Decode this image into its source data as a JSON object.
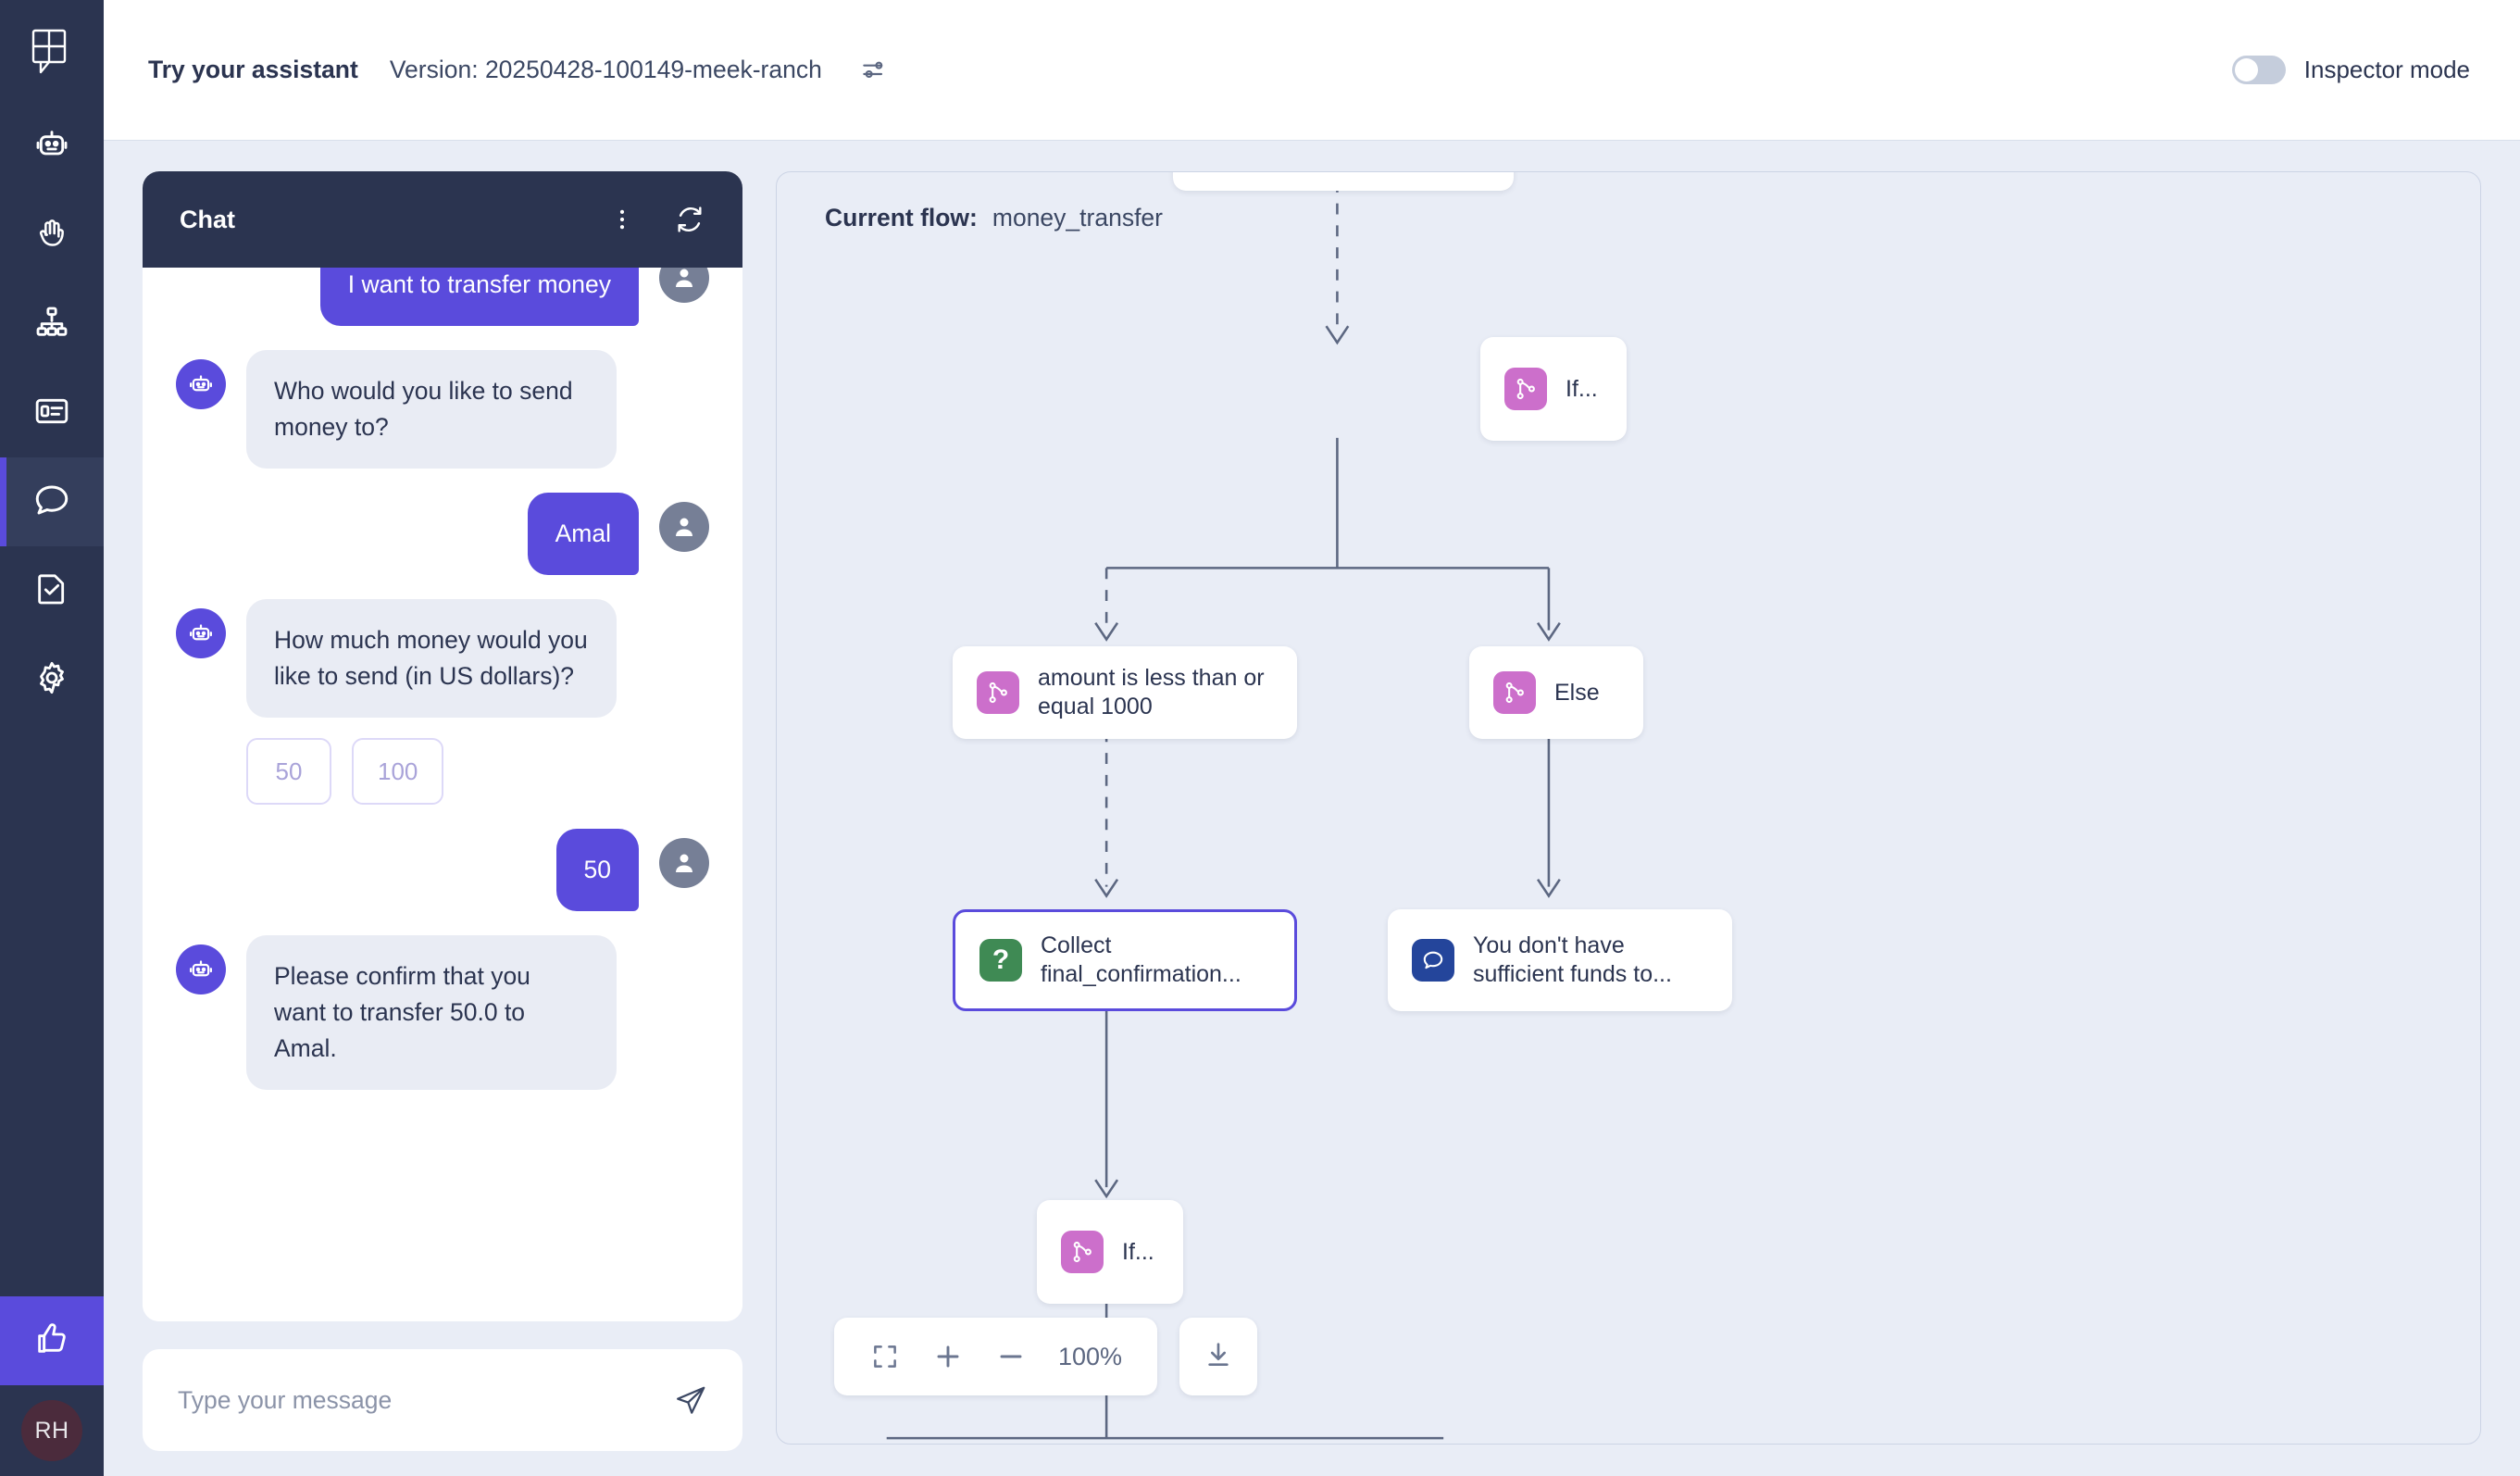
{
  "app": {
    "logo_icon": "rasa-logo-icon",
    "accent": "#5a4bdc",
    "rail_bg": "#2b3450"
  },
  "sidebar": {
    "items": [
      {
        "icon": "robot-icon",
        "name": "sidebar-item-assistant",
        "active": false
      },
      {
        "icon": "waving-hand-icon",
        "name": "sidebar-item-greetings",
        "active": false
      },
      {
        "icon": "flow-hierarchy-icon",
        "name": "sidebar-item-flows",
        "active": false
      },
      {
        "icon": "form-card-icon",
        "name": "sidebar-item-forms",
        "active": false
      },
      {
        "icon": "chat-bubble-icon",
        "name": "sidebar-item-chat",
        "active": true
      },
      {
        "icon": "document-check-icon",
        "name": "sidebar-item-tests",
        "active": false
      },
      {
        "icon": "gear-icon",
        "name": "sidebar-item-settings",
        "active": false
      }
    ],
    "thumbs_up_icon": "thumbs-up-icon",
    "avatar_initials": "RH"
  },
  "topbar": {
    "title": "Try your assistant",
    "version": "Version: 20250428-100149-meek-ranch",
    "tune_icon": "sliders-tune-icon",
    "inspector_label": "Inspector mode",
    "inspector_on": false
  },
  "chat": {
    "title": "Chat",
    "menu_icon": "more-vertical-icon",
    "refresh_icon": "restart-refresh-icon",
    "messages": [
      {
        "role": "user",
        "text": "I want to transfer money"
      },
      {
        "role": "bot",
        "text": "Who would you like to send money to?"
      },
      {
        "role": "user",
        "text": "Amal"
      },
      {
        "role": "bot",
        "text": "How much money would you like to send (in US dollars)?"
      },
      {
        "role": "user",
        "text": "50"
      },
      {
        "role": "bot",
        "text": "Please confirm that you want to transfer 50.0 to Amal."
      }
    ],
    "quick_replies": [
      "50",
      "100"
    ],
    "input_placeholder": "Type your message",
    "input_value": "",
    "send_icon": "send-paper-plane-icon"
  },
  "flow": {
    "current_flow_label": "Current flow:",
    "current_flow_name": "money_transfer",
    "nodes": [
      {
        "id": "if-top",
        "label": "If...",
        "icon": "branch-icon",
        "kind": "branch",
        "selected": false
      },
      {
        "id": "cond-amount",
        "label": "amount is less than or equal 1000",
        "icon": "branch-icon",
        "kind": "branch",
        "selected": false
      },
      {
        "id": "cond-else",
        "label": "Else",
        "icon": "branch-icon",
        "kind": "branch",
        "selected": false
      },
      {
        "id": "collect",
        "label": "Collect final_confirmation...",
        "icon": "question-icon",
        "kind": "collect",
        "selected": true
      },
      {
        "id": "msg-funds",
        "label": "You don't have sufficient funds to...",
        "icon": "message-icon",
        "kind": "message",
        "selected": false
      },
      {
        "id": "if-bottom",
        "label": "If...",
        "icon": "branch-icon",
        "kind": "branch",
        "selected": false
      }
    ],
    "zoom": {
      "fit_icon": "fit-screen-icon",
      "zoom_in_icon": "plus-icon",
      "zoom_out_icon": "minus-icon",
      "level": "100%",
      "download_icon": "download-icon"
    }
  }
}
